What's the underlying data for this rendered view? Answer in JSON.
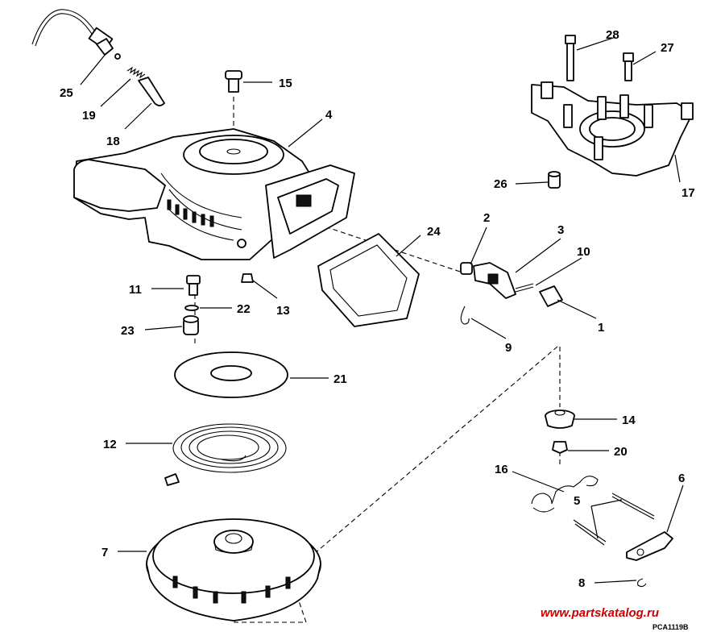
{
  "diagram": {
    "colors": {
      "ink": "#000000",
      "watermark": "#cc0000",
      "background": "#ffffff"
    },
    "callouts": {
      "c1": "1",
      "c2": "2",
      "c3": "3",
      "c4": "4",
      "c5": "5",
      "c6": "6",
      "c7": "7",
      "c8": "8",
      "c9": "9",
      "c10": "10",
      "c11": "11",
      "c12": "12",
      "c13": "13",
      "c14": "14",
      "c15": "15",
      "c16": "16",
      "c17": "17",
      "c18": "18",
      "c19": "19",
      "c20": "20",
      "c21": "21",
      "c22": "22",
      "c23": "23",
      "c24": "24",
      "c25": "25",
      "c26": "26",
      "c27": "27",
      "c28": "28"
    },
    "watermark": "www.partskatalog.ru",
    "drawing_code": "PCA1119B"
  }
}
